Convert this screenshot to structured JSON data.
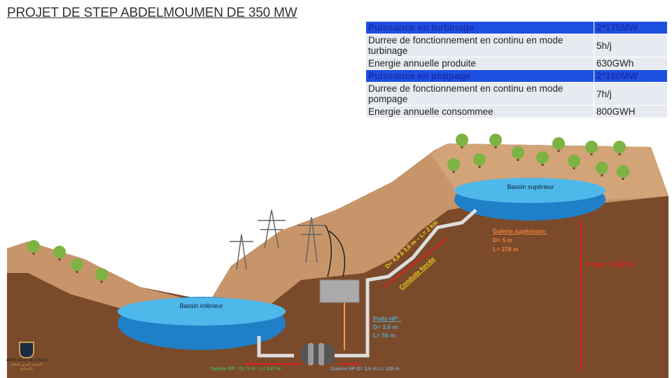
{
  "title": "PROJET DE STEP ABDELMOUMEN DE 350 MW",
  "table": [
    {
      "label": "Puissance en turbinage",
      "value": "2*175MW",
      "highlight": true
    },
    {
      "label": "Durree de fonctionnement en continu en mode turbinage",
      "value": "5h/j",
      "highlight": false
    },
    {
      "label": "Energie annuelle produite",
      "value": "630GWh",
      "highlight": false
    },
    {
      "label": "Puissance en poppage",
      "value": "2*160MW",
      "highlight": true
    },
    {
      "label": "Durree de fonctionnement en continu en mode pompage",
      "value": "7h/j",
      "highlight": false
    },
    {
      "label": "Energie annuelle consommee",
      "value": "800GWH",
      "highlight": false
    }
  ],
  "diagram": {
    "upper_basin": "Bassin supérieur",
    "lower_basin": "Bassin inférieur",
    "galerie_sup_title": "Galerie supérieure:",
    "galerie_sup_d": "D= 5 m",
    "galerie_sup_l": "L= 278 m",
    "conduite": "D= 4,8 à 3,6 m – L= 2 km",
    "conduite_title": "Conduite forcée",
    "puits_title": "Puits HP :",
    "puits_d": "D= 3,6 m",
    "puits_l": "L= 55 m",
    "hmax": "H max = 632 m",
    "galerie_bp": "Galerie BP : D= 5 m - L= 147 m",
    "galerie_hp": "Galerie HP D= 3,6 m L= 138 m"
  },
  "watermark": {
    "line1": "ARAB DEFENSE FORUM",
    "line2": "المنتدى العربي للدفاع والتسليح"
  }
}
